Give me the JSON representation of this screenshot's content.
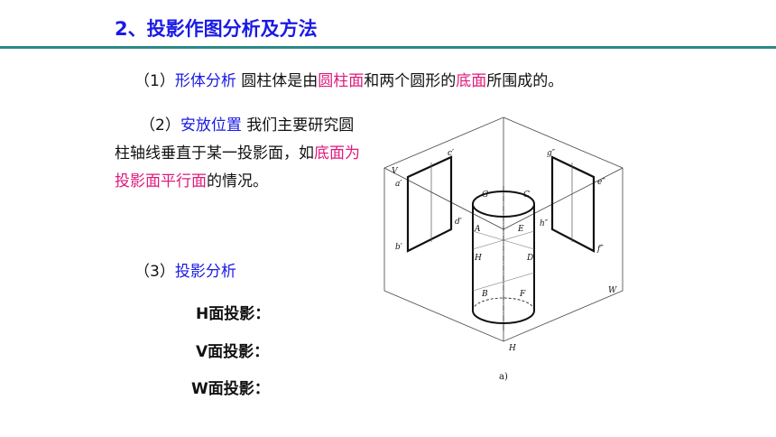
{
  "heading": "2、投影作图分析及方法",
  "s1": {
    "num": "（1）",
    "label": "形体分析",
    "t1": "  圆柱体是由",
    "k1": "圆柱面",
    "t2": "和两个圆形的",
    "k2": "底面",
    "t3": "所围成的。"
  },
  "s2": {
    "num": "（2）",
    "label": "安放位置",
    "t1": " 我们主要研究圆柱轴线垂直于某一投影面，如",
    "k1": "底面为投影面平行面",
    "t2": "的情况。"
  },
  "s3": {
    "num": "（3）",
    "label": "投影分析"
  },
  "projections": [
    "H面投影：",
    "V面投影：",
    "W面投影："
  ],
  "figure": {
    "plane_labels": {
      "v": "V",
      "w": "W",
      "h": "H"
    },
    "point_labels": {
      "a1": "a′",
      "b1": "b′",
      "c1": "c′",
      "d1": "d′",
      "g2": "g″",
      "e2": "e″",
      "h2": "h″",
      "f2": "f″",
      "G": "G",
      "C": "C",
      "A": "A",
      "E": "E",
      "H": "H",
      "D": "D",
      "B": "B",
      "F": "F"
    },
    "caption": "a)"
  },
  "colors": {
    "heading": "#1a1ae6",
    "label": "#1a1ae6",
    "keyword": "#e0197d",
    "rule": "#2a8a8a"
  }
}
